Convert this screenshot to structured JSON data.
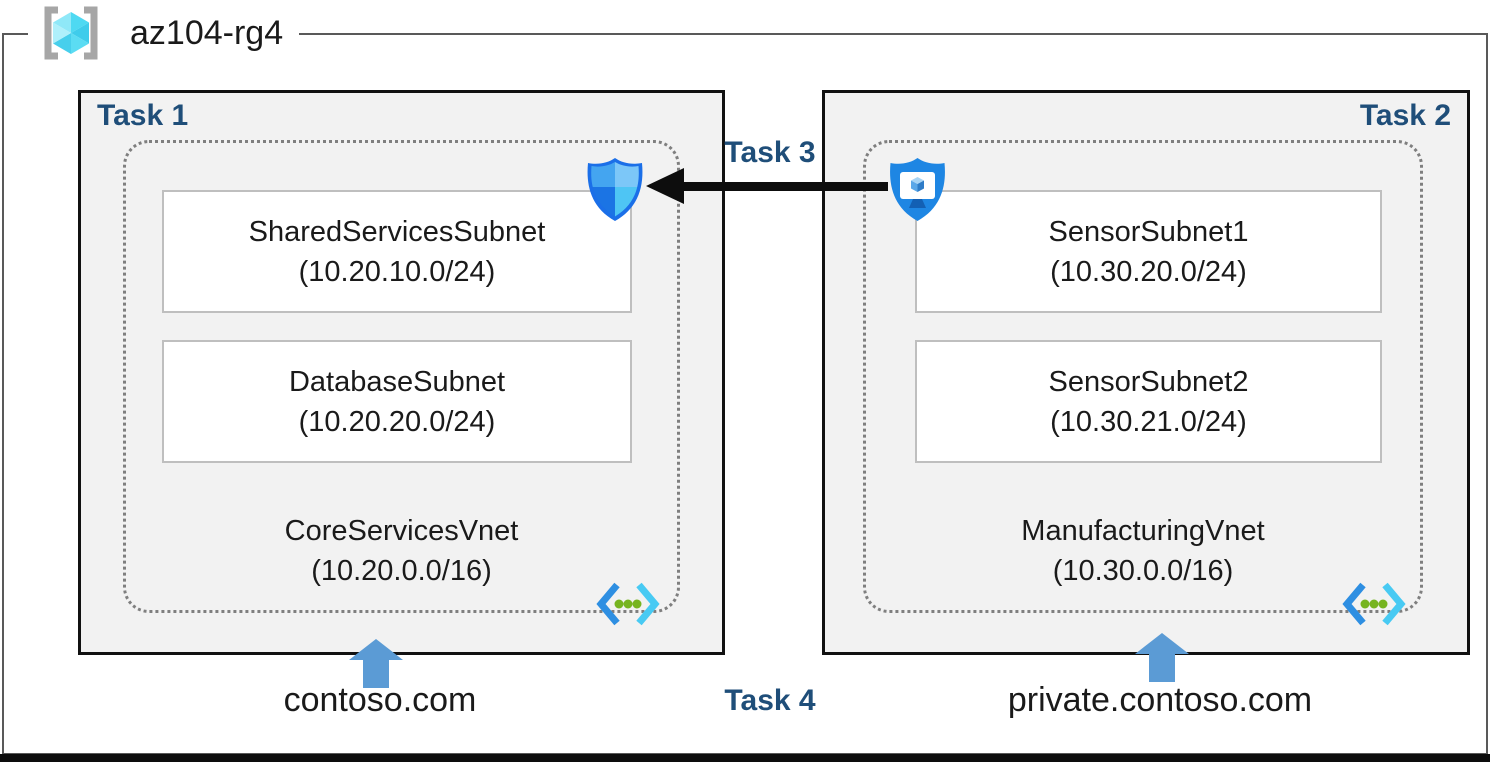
{
  "resource_group": {
    "name": "az104-rg4"
  },
  "panels": {
    "left": {
      "task_label": "Task 1",
      "subnets": [
        {
          "name": "SharedServicesSubnet",
          "cidr": "(10.20.10.0/24)"
        },
        {
          "name": "DatabaseSubnet",
          "cidr": "(10.20.20.0/24)"
        }
      ],
      "vnet_name": "CoreServicesVnet",
      "vnet_cidr": "(10.20.0.0/16)",
      "dns_zone": "contoso.com"
    },
    "right": {
      "task_label": "Task 2",
      "subnets": [
        {
          "name": "SensorSubnet1",
          "cidr": "(10.30.20.0/24)"
        },
        {
          "name": "SensorSubnet2",
          "cidr": "(10.30.21.0/24)"
        }
      ],
      "vnet_name": "ManufacturingVnet",
      "vnet_cidr": "(10.30.0.0/16)",
      "dns_zone": "private.contoso.com"
    }
  },
  "annotations": {
    "task3_label": "Task 3",
    "task4_label": "Task 4"
  },
  "icons": {
    "resource_group": "resource-group-icon",
    "left_shield": "network-security-group-shield-icon",
    "right_shield": "shield-monitor-icon",
    "vnet": "virtual-network-chevrons-icon",
    "peering_arrow": "black-left-arrow",
    "dns_arrows": "blue-up-arrow"
  },
  "colors": {
    "task_label": "#1F4E79",
    "panel_fill": "#F2F2F2",
    "panel_border": "#111111",
    "dashed_border": "#7F7F7F",
    "subnet_border": "#BFBFBF",
    "frame_border": "#595959",
    "up_arrow": "#5B9BD5",
    "black_arrow": "#0D0D0D",
    "shield_border": "#1B6FE8",
    "vnet_dot_green": "#76B420"
  }
}
